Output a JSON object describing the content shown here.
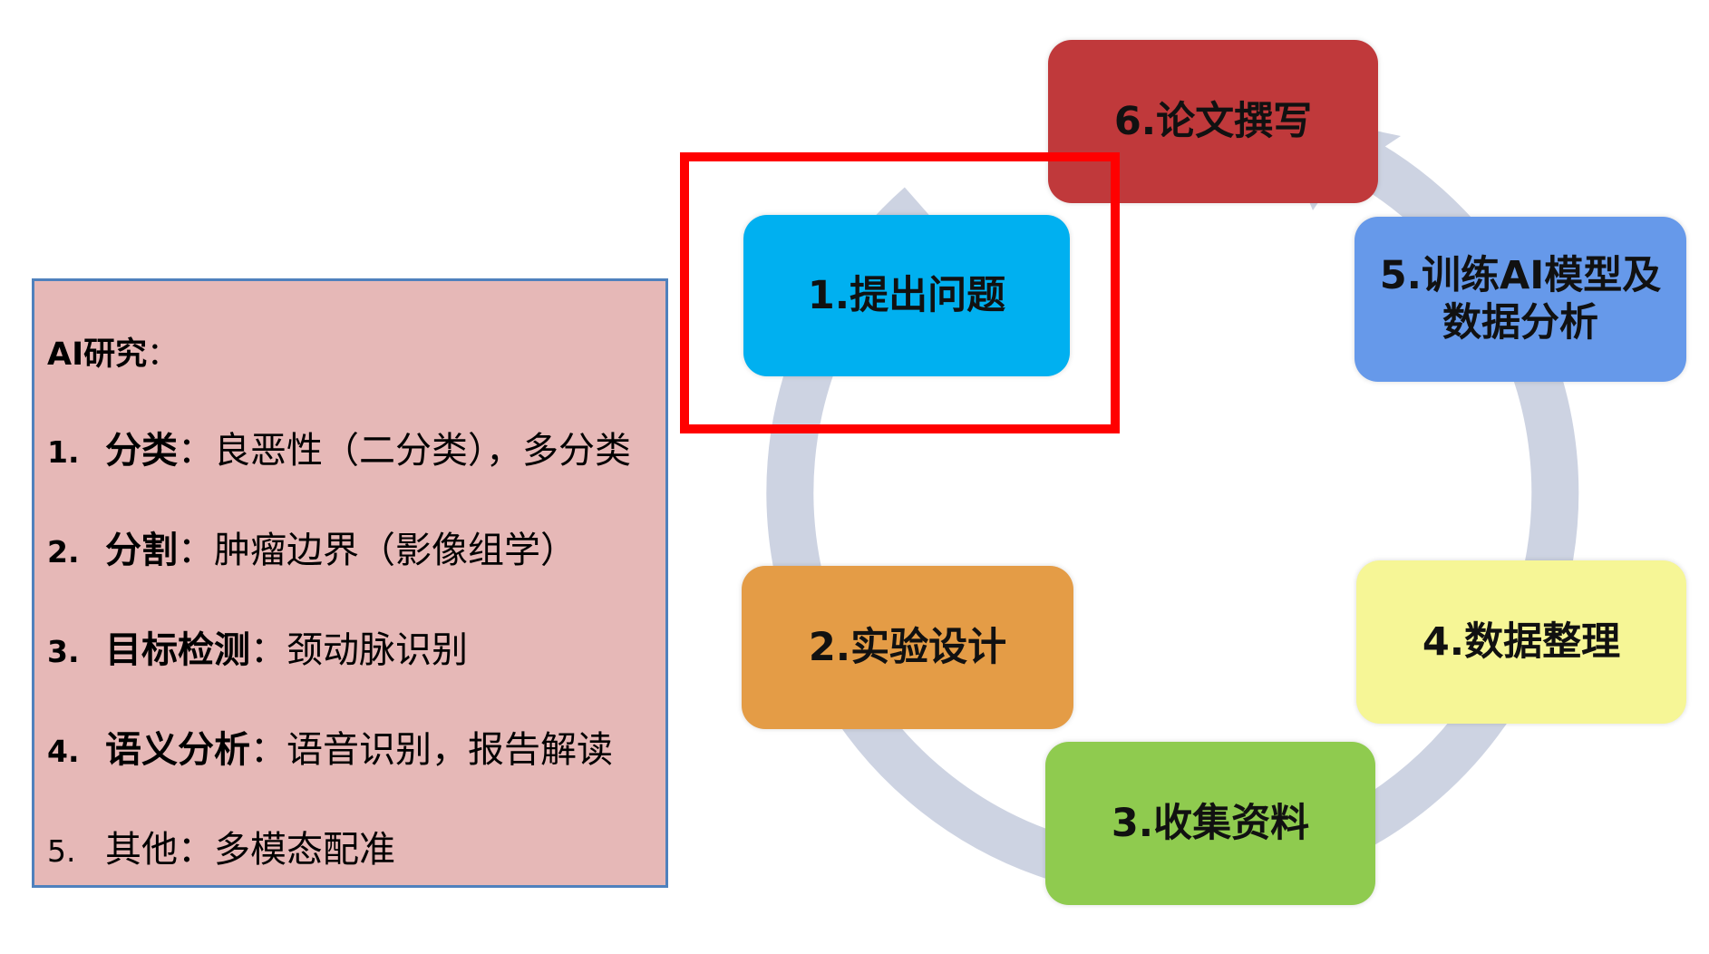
{
  "panel": {
    "title": "AI研究",
    "title_colon": "：",
    "items": [
      {
        "num": "1.",
        "key": "分类",
        "sep": "：",
        "desc": "良恶性（二分类），多分类"
      },
      {
        "num": "2.",
        "key": "分割",
        "sep": "：",
        "desc": "肿瘤边界（影像组学）"
      },
      {
        "num": "3.",
        "key": "目标检测",
        "sep": "：",
        "desc": "颈动脉识别"
      },
      {
        "num": "4.",
        "key": "语义分析",
        "sep": "：",
        "desc": "语音识别，报告解读"
      },
      {
        "num": "5.",
        "key": "其他",
        "sep": "：",
        "desc": "多模态配准"
      }
    ]
  },
  "steps": [
    {
      "label": "1.提出问题",
      "color": "#00b0f0"
    },
    {
      "label": "2.实验设计",
      "color": "#e49c46"
    },
    {
      "label": "3.收集资料",
      "color": "#8fcb4f"
    },
    {
      "label": "4.数据整理",
      "color": "#f6f696"
    },
    {
      "label": "5.训练AI模型及\n数据分析",
      "color": "#6699ea"
    },
    {
      "label": "6.论文撰写",
      "color": "#c0393b"
    }
  ],
  "colors": {
    "panel_bg": "#e6b8b7",
    "panel_border": "#4f81bd",
    "ring": "#cdd3e2",
    "highlight": "#ff0000"
  }
}
